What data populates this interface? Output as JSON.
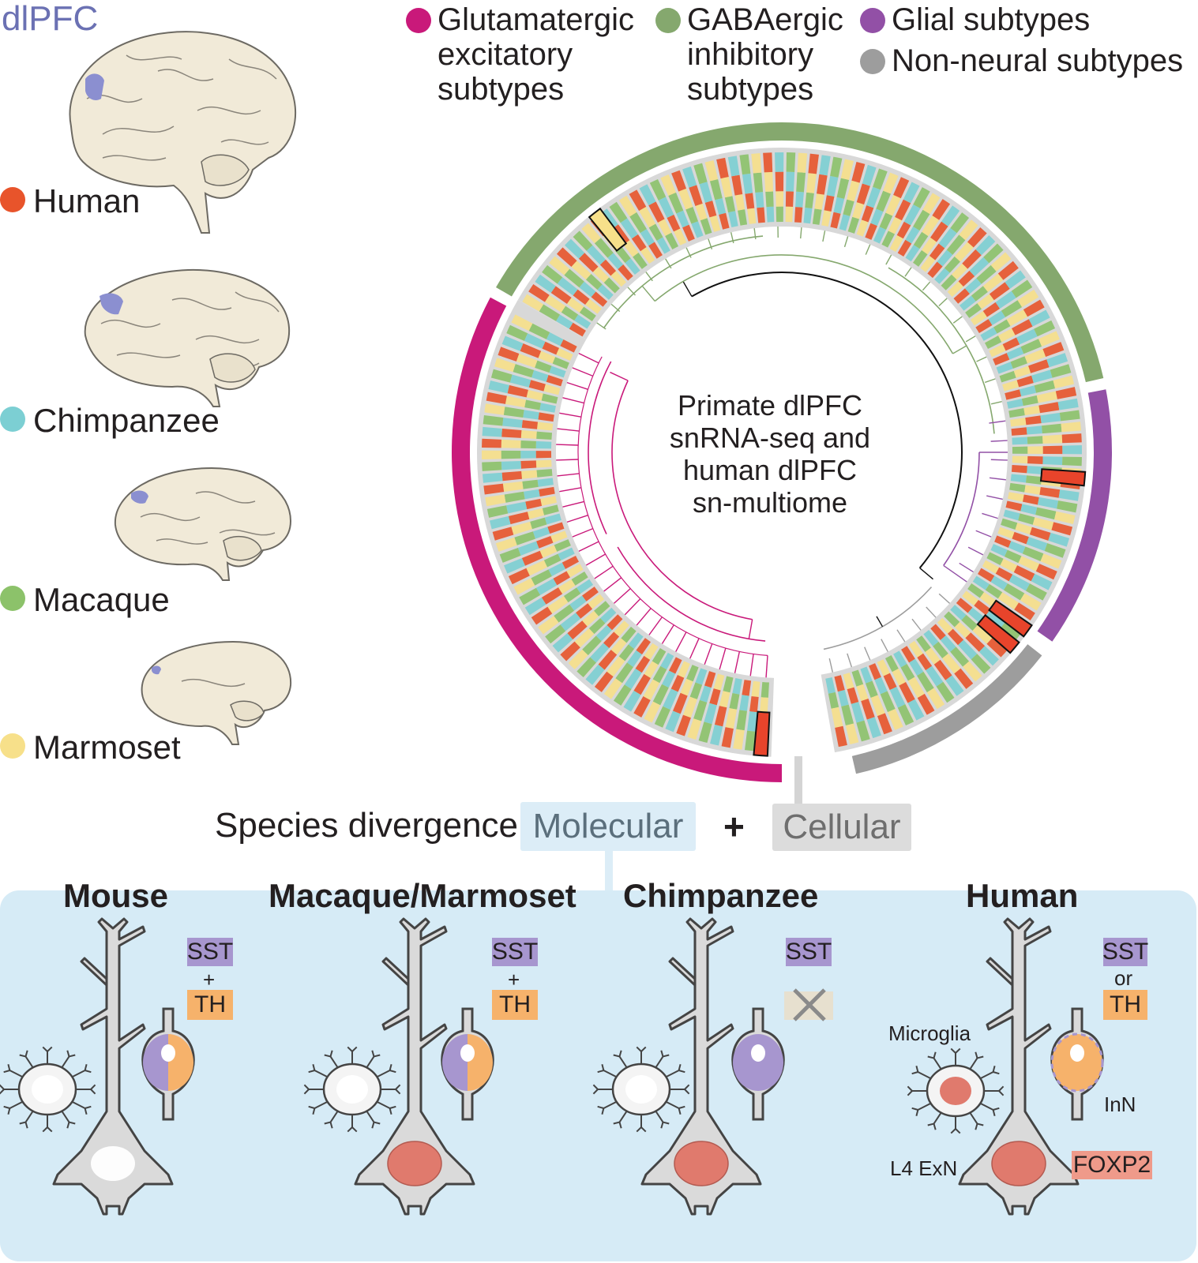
{
  "title": "dlPFC",
  "species": [
    {
      "name": "Human",
      "color": "#e8542b"
    },
    {
      "name": "Chimpanzee",
      "color": "#7ccfd3"
    },
    {
      "name": "Macaque",
      "color": "#8cc26a"
    },
    {
      "name": "Marmoset",
      "color": "#f7e08a"
    }
  ],
  "legend": [
    {
      "lines": [
        "Glutamatergic",
        "excitatory",
        "subtypes"
      ],
      "color": "#c9197a"
    },
    {
      "lines": [
        "GABAergic",
        "inhibitory",
        "subtypes"
      ],
      "color": "#85a86e"
    },
    {
      "lines": [
        "Glial subtypes"
      ],
      "color": "#9250a6"
    },
    {
      "lines": [
        "Non-neural subtypes"
      ],
      "color": "#9d9d9d"
    }
  ],
  "center_text": [
    "Primate dlPFC",
    "snRNA-seq and",
    "human dlPFC",
    "sn-multiome"
  ],
  "divergence": {
    "label": "Species divergence:",
    "molecular": "Molecular",
    "plus": "+",
    "cellular": "Cellular"
  },
  "panels": [
    {
      "title": "Mouse",
      "tag_top": "SST",
      "connector": "+",
      "tag_bottom": "TH"
    },
    {
      "title": "Macaque/Marmoset",
      "tag_top": "SST",
      "connector": "+",
      "tag_bottom": "TH"
    },
    {
      "title": "Chimpanzee",
      "tag_top": "SST",
      "connector": "",
      "tag_bottom": ""
    },
    {
      "title": "Human",
      "tag_top": "SST",
      "connector": "or",
      "tag_bottom": "TH"
    }
  ],
  "human_labels": {
    "microglia": "Microglia",
    "inn": "InN",
    "l4": "L4 ExN",
    "foxp2": "FOXP2"
  },
  "colors": {
    "excitatory": "#c9197a",
    "inhibitory": "#85a86e",
    "glial": "#9250a6",
    "nonneural": "#9d9d9d",
    "dlpfc_region": "#6b71b3",
    "panel_bg": "#d6ebf6",
    "sst": "#a796cf",
    "th": "#f6b26b",
    "soma_red": "#e07a6d"
  }
}
